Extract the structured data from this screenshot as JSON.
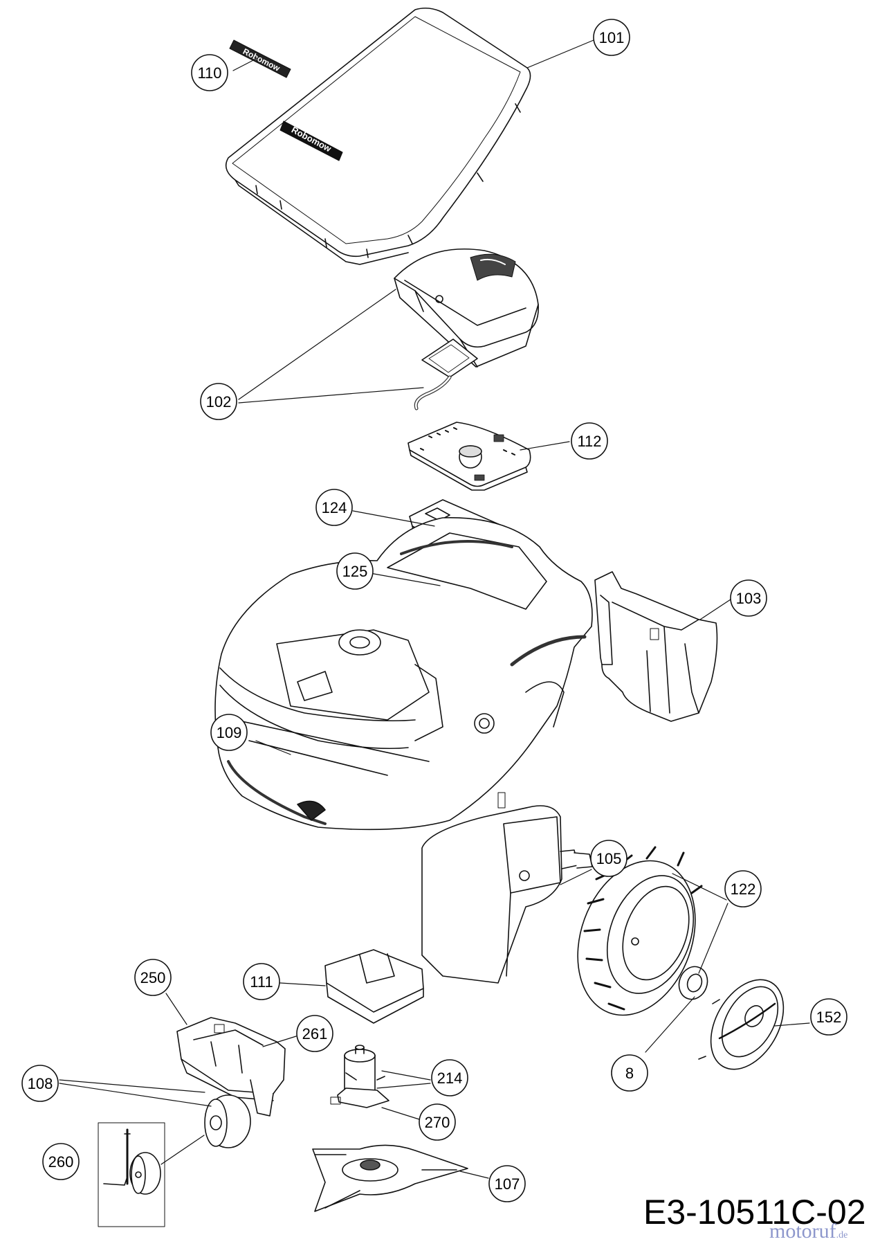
{
  "diagram": {
    "brand_logo_text": "Robomow",
    "cover_logo_text": "Robomow",
    "part_labels": [
      "101",
      "110",
      "102",
      "112",
      "124",
      "125",
      "103",
      "109",
      "105",
      "122",
      "111",
      "250",
      "261",
      "108",
      "214",
      "270",
      "260",
      "107",
      "8",
      "152"
    ],
    "drawing_code": "E3-10511C-02",
    "watermark": "motoruf",
    "watermark_suffix": ".de"
  }
}
